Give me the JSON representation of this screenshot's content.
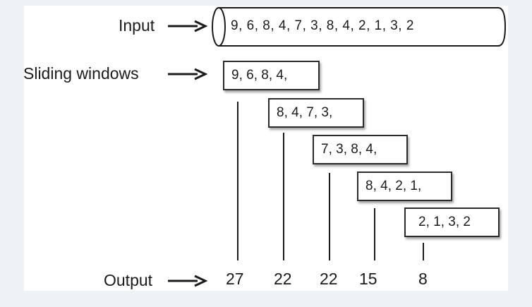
{
  "labels": {
    "input": "Input",
    "sliding_windows": "Sliding windows",
    "output": "Output"
  },
  "input_sequence": "9,  6,  8,  4,  7,  3,  8,  4,  2,  1,  3,  2",
  "windows": [
    "9,  6,  8,  4,",
    "8,  4,  7,  3,",
    "7,  3,  8,  4,",
    "8,  4,  2, 1,",
    "2, 1,  3,  2"
  ],
  "outputs": [
    "27",
    "22",
    "22",
    "15",
    "8"
  ]
}
